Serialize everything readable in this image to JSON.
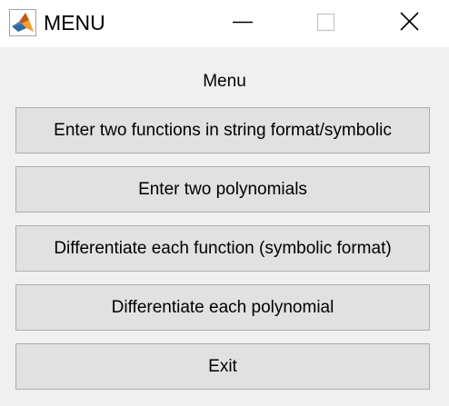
{
  "window": {
    "title": "MENU",
    "icon": "matlab-logo-icon",
    "controls": [
      "minimize-icon",
      "maximize-icon",
      "close-icon"
    ]
  },
  "menu": {
    "label": "Menu",
    "buttons": [
      "Enter two functions in string format/symbolic",
      "Enter two polynomials",
      "Differentiate each function (symbolic format)",
      "Differentiate each polynomial",
      "Exit"
    ]
  },
  "colors": {
    "titlebar": "#ffffff",
    "background": "#f0f0f0",
    "button_face": "#e1e1e1",
    "button_border": "#adadad"
  }
}
